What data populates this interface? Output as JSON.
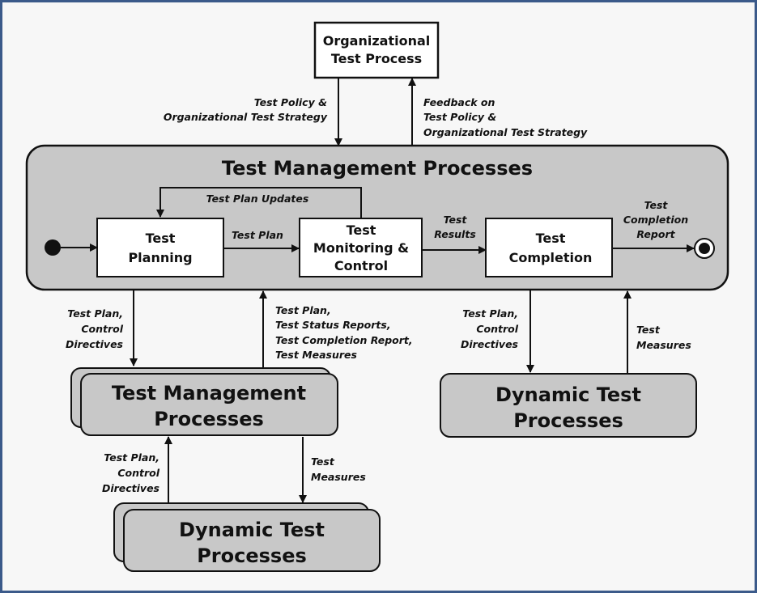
{
  "org_process": {
    "line1": "Organizational",
    "line2": "Test Process"
  },
  "labels": {
    "policy_down_1": "Test Policy &",
    "policy_down_2": "Organizational  Test  Strategy",
    "feedback_1": "Feedback on",
    "feedback_2": "Test Policy &",
    "feedback_3": "Organizational Test  Strategy",
    "plan_updates": "Test Plan Updates",
    "test_plan": "Test Plan",
    "results_1": "Test",
    "results_2": "Results",
    "completion_report_1": "Test",
    "completion_report_2": "Completion",
    "completion_report_3": "Report",
    "left_down_1": "Test Plan,",
    "left_down_2": "Control",
    "left_down_3": "Directives",
    "up_reports_1": "Test Plan,",
    "up_reports_2": "Test Status Reports,",
    "up_reports_3": "Test Completion Report,",
    "up_reports_4": "Test Measures",
    "right_down_1": "Test Plan,",
    "right_down_2": "Control",
    "right_down_3": "Directives",
    "right_up_1": "Test",
    "right_up_2": "Measures",
    "bottom_up_1": "Test Plan,",
    "bottom_up_2": "Control",
    "bottom_up_3": "Directives",
    "bottom_down_1": "Test",
    "bottom_down_2": "Measures"
  },
  "main_container": {
    "title": "Test Management Processes"
  },
  "boxes": {
    "planning": {
      "line1": "Test",
      "line2": "Planning"
    },
    "monitoring": {
      "line1": "Test",
      "line2": "Monitoring &",
      "line3": "Control"
    },
    "completion": {
      "line1": "Test",
      "line2": "Completion"
    }
  },
  "sub_tm": {
    "line1": "Test Management",
    "line2": "Processes"
  },
  "dyn_right": {
    "line1": "Dynamic Test",
    "line2": "Processes"
  },
  "dyn_bottom": {
    "line1": "Dynamic Test",
    "line2": "Processes"
  },
  "colors": {
    "frame": "#3b5a8a",
    "container": "#c8c8c8",
    "box": "#ffffff",
    "stroke": "#111111"
  }
}
